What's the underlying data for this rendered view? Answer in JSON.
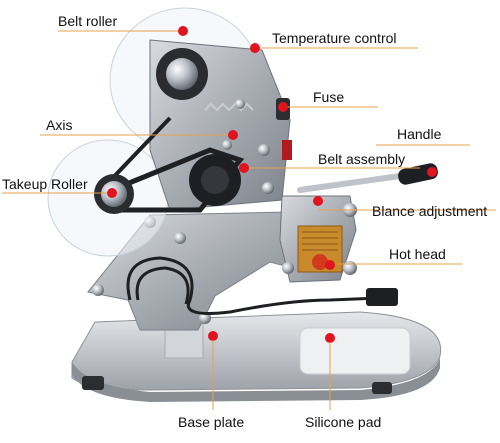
{
  "labels": {
    "belt_roller": "Belt roller",
    "temperature_control": "Temperature control",
    "fuse": "Fuse",
    "axis": "Axis",
    "handle": "Handle",
    "belt_assembly": "Belt assembly",
    "takeup_roller": "Takeup Roller",
    "blance_adjustment": "Blance adjustment",
    "hot_head": "Hot head",
    "base_plate": "Base plate",
    "silicone_pad": "Silicone pad"
  },
  "colors": {
    "marker": "#e0141e",
    "leader_line": "#e8a04a",
    "machine_body": "#b9bcc2",
    "machine_dark": "#2a2c30"
  }
}
